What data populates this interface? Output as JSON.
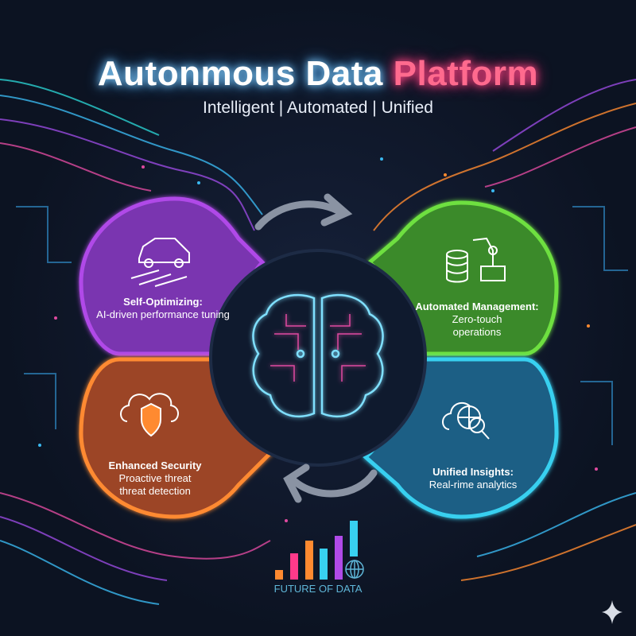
{
  "header": {
    "title_main": "Autonmous Data",
    "title_accent": "Platform",
    "subtitle": "Intelligent | Automated | Unified"
  },
  "segments": [
    {
      "title": "Self-Optimizing:",
      "desc": "AI-driven performance tuning",
      "icon": "car-icon",
      "color": "#8a3fc4"
    },
    {
      "title": "Automated Management:",
      "desc": "Zero-touch operations",
      "icon": "robot-arm-database-icon",
      "color": "#3f9a2e"
    },
    {
      "title": "Enhanced Security",
      "desc": "Proactive threat threat detection",
      "icon": "shield-cloud-icon",
      "color": "#b4502c"
    },
    {
      "title": "Unified Insights:",
      "desc": "Real-rime analytics",
      "icon": "globe-search-icon",
      "color": "#1f6f9a"
    }
  ],
  "center": {
    "icon": "brain-circuit-icon"
  },
  "footer": {
    "label": "FUTURE OF DATA",
    "icon": "bar-chart-globe-icon"
  },
  "colors": {
    "accent": "#ff6a8e",
    "purple": "#b04ae8",
    "green": "#6ee040",
    "orange": "#ff8a30",
    "cyan": "#38d0f0"
  }
}
